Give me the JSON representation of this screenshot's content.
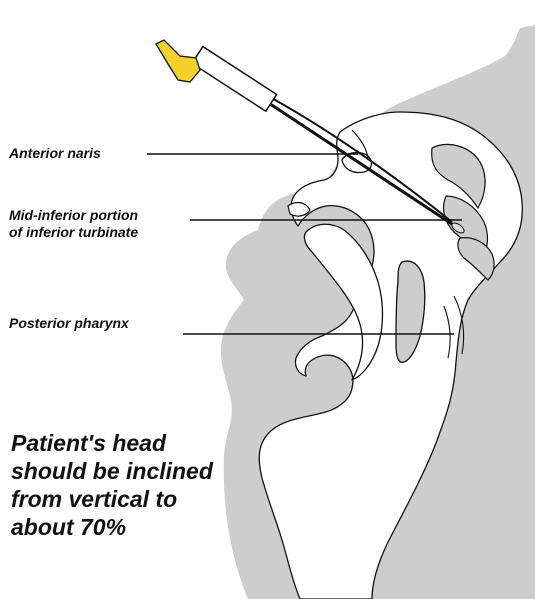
{
  "labels": {
    "anterior_naris": "Anterior naris",
    "turbinate_line1": "Mid-inferior portion",
    "turbinate_line2": "of inferior turbinate",
    "posterior_pharynx": "Posterior pharynx"
  },
  "instruction": {
    "line1": "Patient's head",
    "line2": "should be inclined",
    "line3": "from vertical to",
    "line4": "about 70%"
  },
  "colors": {
    "head_fill": "#cdcdcd",
    "tube_tip": "#f2d22a",
    "line": "#111111"
  }
}
